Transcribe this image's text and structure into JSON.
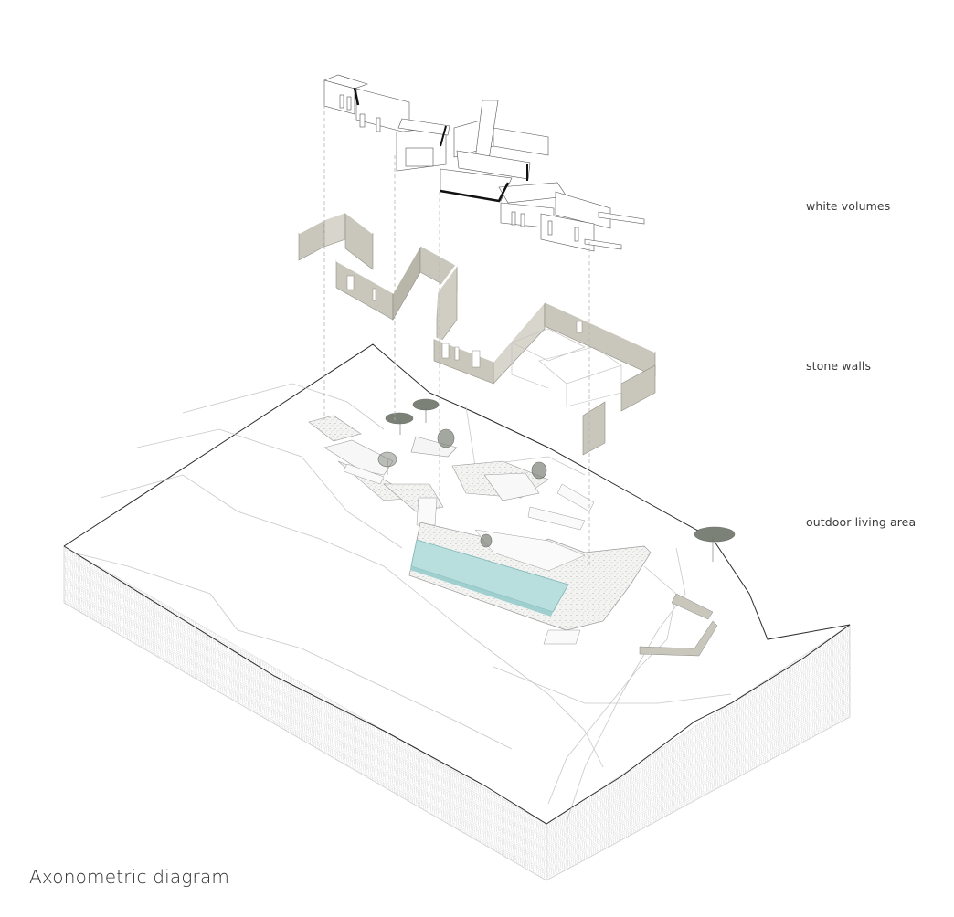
{
  "diagram": {
    "title": "Axonometric diagram",
    "type": "exploded axonometric architectural diagram",
    "layers": [
      {
        "id": "white-volumes",
        "label": "white volumes",
        "order": 1
      },
      {
        "id": "stone-walls",
        "label": "stone walls",
        "order": 2
      },
      {
        "id": "outdoor-living-area",
        "label": "outdoor living area",
        "order": 3
      }
    ],
    "colors": {
      "background": "#ffffff",
      "line": "#222222",
      "light_line": "#bdbdbd",
      "stone_wall": "#c9c7bb",
      "stone_wall_dark": "#b8b6a8",
      "pool": "#b7dcdc",
      "pool_edge": "#7fb5b5",
      "paving": "#f1f1ef",
      "tree": "#7c8178",
      "terrain_hatch": "#d9d9d9"
    }
  }
}
